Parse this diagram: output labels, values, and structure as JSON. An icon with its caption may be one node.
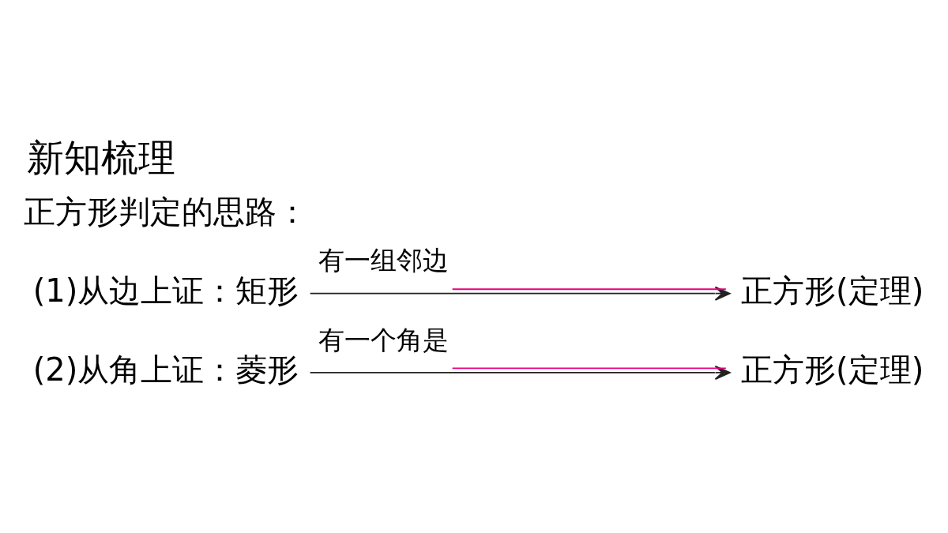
{
  "diagram": {
    "title": "新知梳理",
    "nodes": [
      {
        "text": [
          "(1)从边上证：矩形"
        ]
      },
      {
        "text": [
          "正方形(定理)"
        ]
      },
      {
        "text": [
          "(2)从角上证：菱形"
        ]
      },
      {
        "text": [
          "正方形(定理)"
        ]
      }
    ],
    "edges": [
      {
        "from": 0,
        "to": 1,
        "arrow": "to",
        "label": "有一组邻边"
      },
      {
        "from": 2,
        "to": 3,
        "arrow": "to",
        "label": "有一个角是"
      }
    ],
    "labels": [
      "正方形判定的思路："
    ]
  }
}
